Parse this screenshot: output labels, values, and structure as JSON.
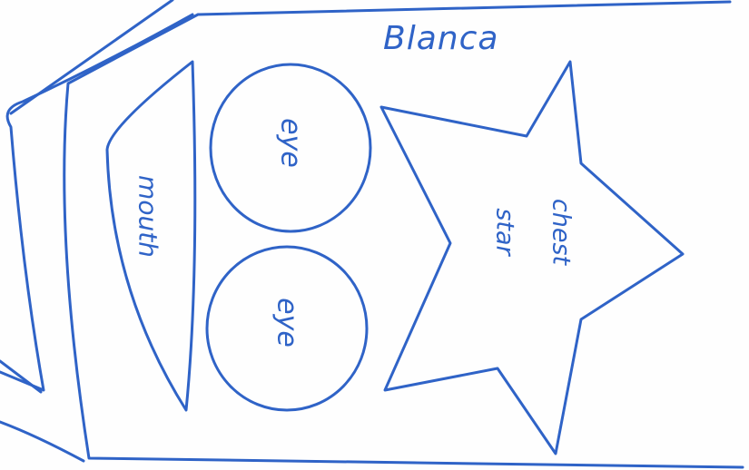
{
  "drawing": {
    "ink_color": "#2f63c7",
    "labels": {
      "name": "Blanca",
      "mouth": "mouth",
      "eye_top": "eye",
      "eye_bottom": "eye",
      "chest_line1": "chest",
      "chest_line2": "star"
    }
  }
}
